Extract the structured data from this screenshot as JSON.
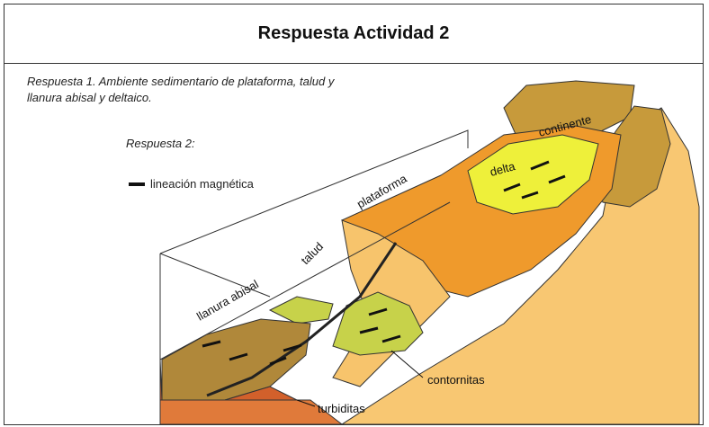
{
  "title": "Respuesta Actividad 2",
  "respuesta1": "Respuesta 1. Ambiente sedimentario de plataforma, talud y llanura abisal y deltaico.",
  "respuesta2": "Respuesta 2:",
  "legend": {
    "label": "lineación magnética"
  },
  "labels": {
    "continente": "continente",
    "delta": "delta",
    "plataforma": "plataforma",
    "talud": "talud",
    "llanura": "llanura abisal",
    "contornitas": "contornitas",
    "turbiditas": "turbiditas"
  },
  "colors": {
    "continent": "#c79a3b",
    "shelf": "#ef9a2c",
    "land": "#f7c46c",
    "delta": "#eef03a",
    "green": "#c7d24a",
    "basin": "#b0883a",
    "base": "#d2602b"
  }
}
